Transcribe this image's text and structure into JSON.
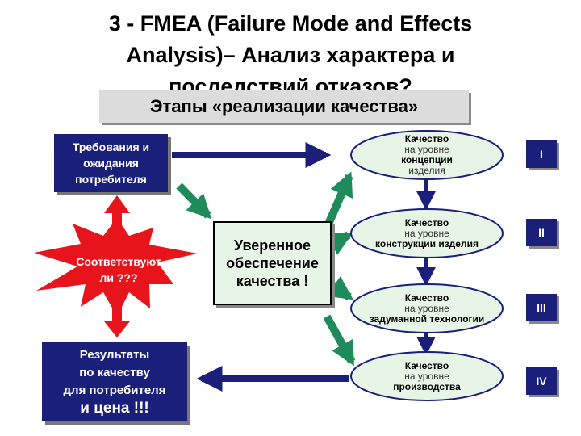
{
  "title": {
    "line1": "3 -  FMEA (Failure Mode and Effects",
    "line2": "Analysis)– Анализ характера и",
    "line3": "последствий отказов?"
  },
  "subtitle": "Этапы «реализации качества»",
  "requirements": {
    "line1": "Требования и",
    "line2": "ожидания",
    "line3": "потребителя"
  },
  "star": {
    "line1": "Соответствуют",
    "line2": "ли ???"
  },
  "results": {
    "line1": "Результаты",
    "line2": "по качеству",
    "line3": "для потребителя",
    "line4": "и цена !!!"
  },
  "assurance": {
    "line1": "Уверенное",
    "line2": "обеспечение",
    "line3": "качества !"
  },
  "levels": [
    {
      "line1": "Качество",
      "line2": "на уровне",
      "line3": "концепции",
      "line4": "изделия",
      "roman": "I"
    },
    {
      "line1": "Качество",
      "line2": "на уровне",
      "line3": "конструкции изделия",
      "roman": "II"
    },
    {
      "line1": "Качество",
      "line2": "на уровне",
      "line3": "задуманной технологии",
      "roman": "III"
    },
    {
      "line1": "Качество",
      "line2": "на уровне",
      "line3": "производства",
      "roman": "IV"
    }
  ],
  "colors": {
    "navy": "#1a1f7a",
    "red": "#e8141c",
    "green_arrow": "#1f8a5a",
    "ellipse_fill": "#e6f5e6"
  }
}
